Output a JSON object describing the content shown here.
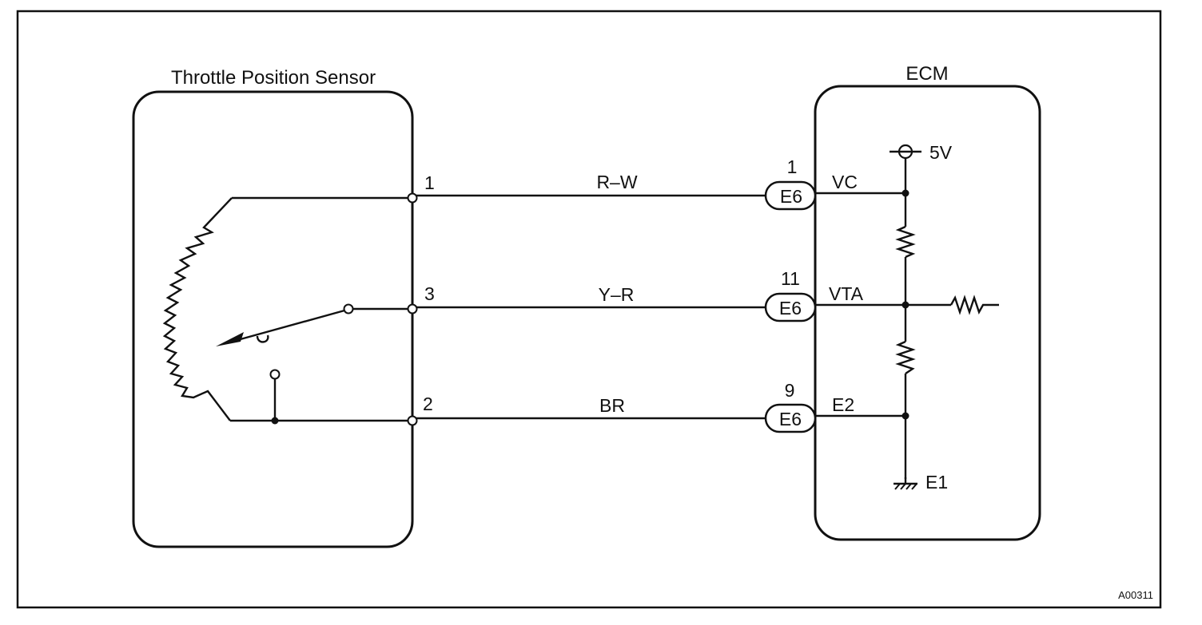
{
  "sensor": {
    "title": "Throttle Position Sensor"
  },
  "ecm": {
    "title": "ECM",
    "supply": "5V",
    "ground": "E1"
  },
  "wires": [
    {
      "sensor_pin": "1",
      "color": "R–W",
      "connector": "E6",
      "ecm_pin": "1",
      "signal": "VC"
    },
    {
      "sensor_pin": "3",
      "color": "Y–R",
      "connector": "E6",
      "ecm_pin": "11",
      "signal": "VTA"
    },
    {
      "sensor_pin": "2",
      "color": "BR",
      "connector": "E6",
      "ecm_pin": "9",
      "signal": "E2"
    }
  ],
  "figure_id": "A00311"
}
